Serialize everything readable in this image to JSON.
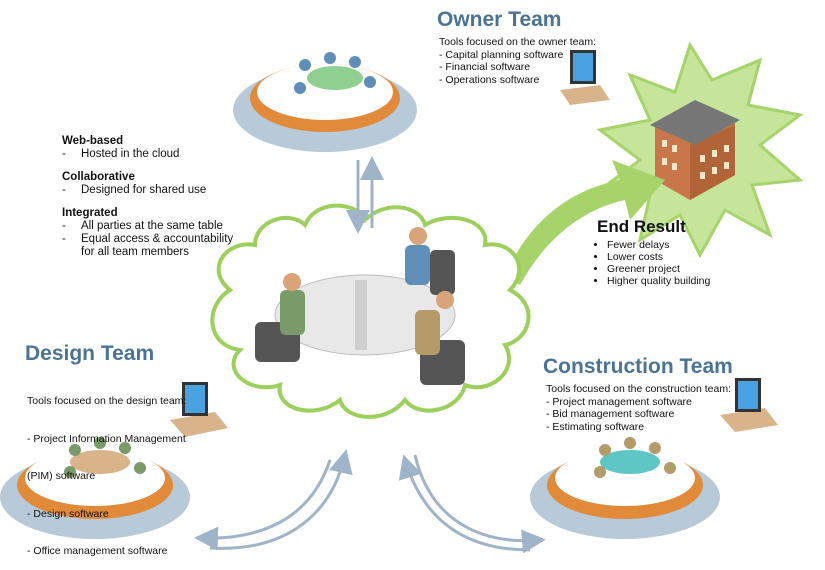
{
  "owner": {
    "title": "Owner Team",
    "intro": "Tools focused on the owner team:",
    "tools": [
      "- Capital planning software",
      "- Financial software",
      "- Operations software"
    ]
  },
  "design": {
    "title": "Design Team",
    "intro": "Tools focused on the design team:",
    "tools": [
      "- Project Information Management",
      "  (PIM) software",
      "- Design software",
      "- Office management software"
    ]
  },
  "construction": {
    "title": "Construction Team",
    "intro": "Tools focused on the construction team:",
    "tools": [
      "- Project management software",
      "- Bid management software",
      "- Estimating software"
    ]
  },
  "features": [
    {
      "heading": "Web-based",
      "items": [
        "Hosted in the cloud"
      ]
    },
    {
      "heading": "Collaborative",
      "items": [
        "Designed for shared use"
      ]
    },
    {
      "heading": "Integrated",
      "items": [
        "All parties at the same table",
        "Equal access & accountability",
        "for all team members"
      ]
    }
  ],
  "end_result": {
    "title": "End Result",
    "items": [
      "Fewer delays",
      "Lower costs",
      "Greener project",
      "Higher quality building"
    ]
  },
  "colors": {
    "title": "#4a7396",
    "cloud_stroke": "#9ccf5c",
    "arrow": "#9fb4c8",
    "platform": "#b8c9d8",
    "fence": "#e08a3a",
    "burst": "#b5dc7a"
  }
}
